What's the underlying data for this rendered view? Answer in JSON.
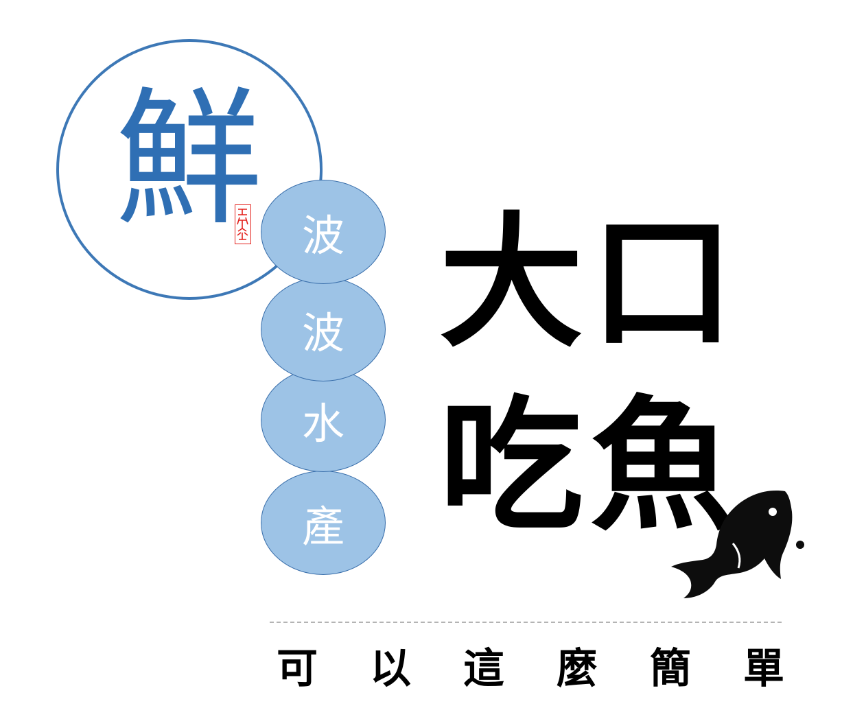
{
  "logo": {
    "main_char": "鮮",
    "bubbles": [
      "波",
      "波",
      "水",
      "產"
    ],
    "colors": {
      "ring": "#3d78b6",
      "char": "#2f6fb4",
      "bubble_fill": "#9dc3e6",
      "seal": "#e3201b"
    }
  },
  "title": {
    "line1": "大口",
    "line2": "吃魚",
    "icon": "fish-icon"
  },
  "tagline": {
    "chars": [
      "可",
      "以",
      "這",
      "麼",
      "簡",
      "單"
    ]
  }
}
